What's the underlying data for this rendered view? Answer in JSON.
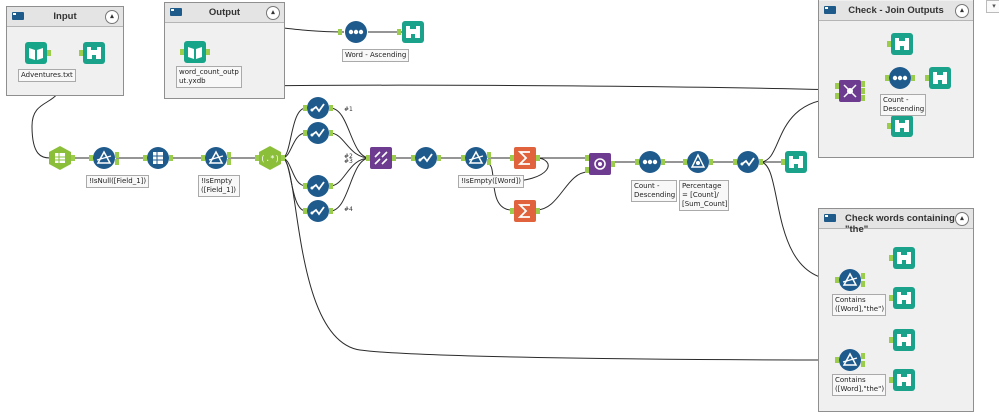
{
  "containers": {
    "input": {
      "title": "Input"
    },
    "output": {
      "title": "Output"
    },
    "check_join": {
      "title": "Check - Join Outputs"
    },
    "check_words": {
      "title": "Check words containing \"the\""
    }
  },
  "labels": {
    "adventures": "Adventures.txt",
    "word_count_output": "word_count_outp ut.yxdb",
    "word_asc": "Word - Ascending",
    "isnull": "!IsNull([Field_1])",
    "isempty_field": "!IsEmpty ([Field_1])",
    "isempty_word": "!IsEmpty([Word])",
    "count_desc_main": "Count - Descending",
    "percentage": "Percentage = [Count]/ [Sum_Count]",
    "count_desc_join": "Count - Descending",
    "contains_1": "Contains ([Word],\"the\")",
    "contains_2": "Contains ([Word],\"the\")"
  },
  "tags": {
    "t1": "#1",
    "t2": "#2",
    "t3": "#3",
    "t4": "#4"
  },
  "colors": {
    "input_tool": "#17a589",
    "browse_tool": "#1aa38a",
    "prep_tool": "#1e5a8c",
    "join_tool": "#6d3b8f",
    "summarize_tool": "#e0633d",
    "transform_tool": "#8bbf3a",
    "connector": "#333333",
    "anchor": "#9ccc4c"
  }
}
